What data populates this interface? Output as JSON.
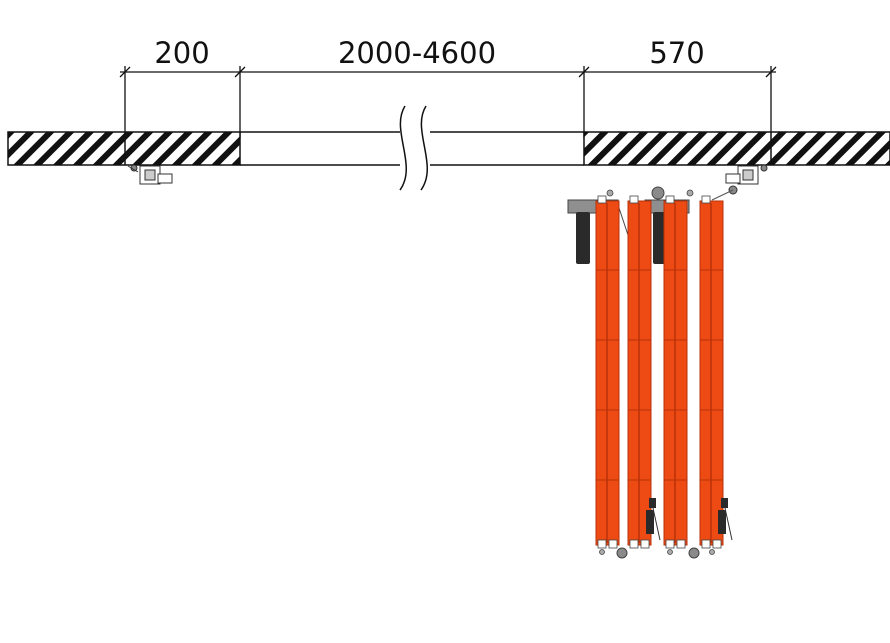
{
  "dimensions": {
    "left": "200",
    "middle": "2000-4600",
    "right": "570"
  },
  "colors": {
    "panel": "#ee4a14",
    "panel_dark": "#b83108",
    "line": "#111111",
    "hardware": "#2a2a2a",
    "roller": "#8a8a8a"
  }
}
